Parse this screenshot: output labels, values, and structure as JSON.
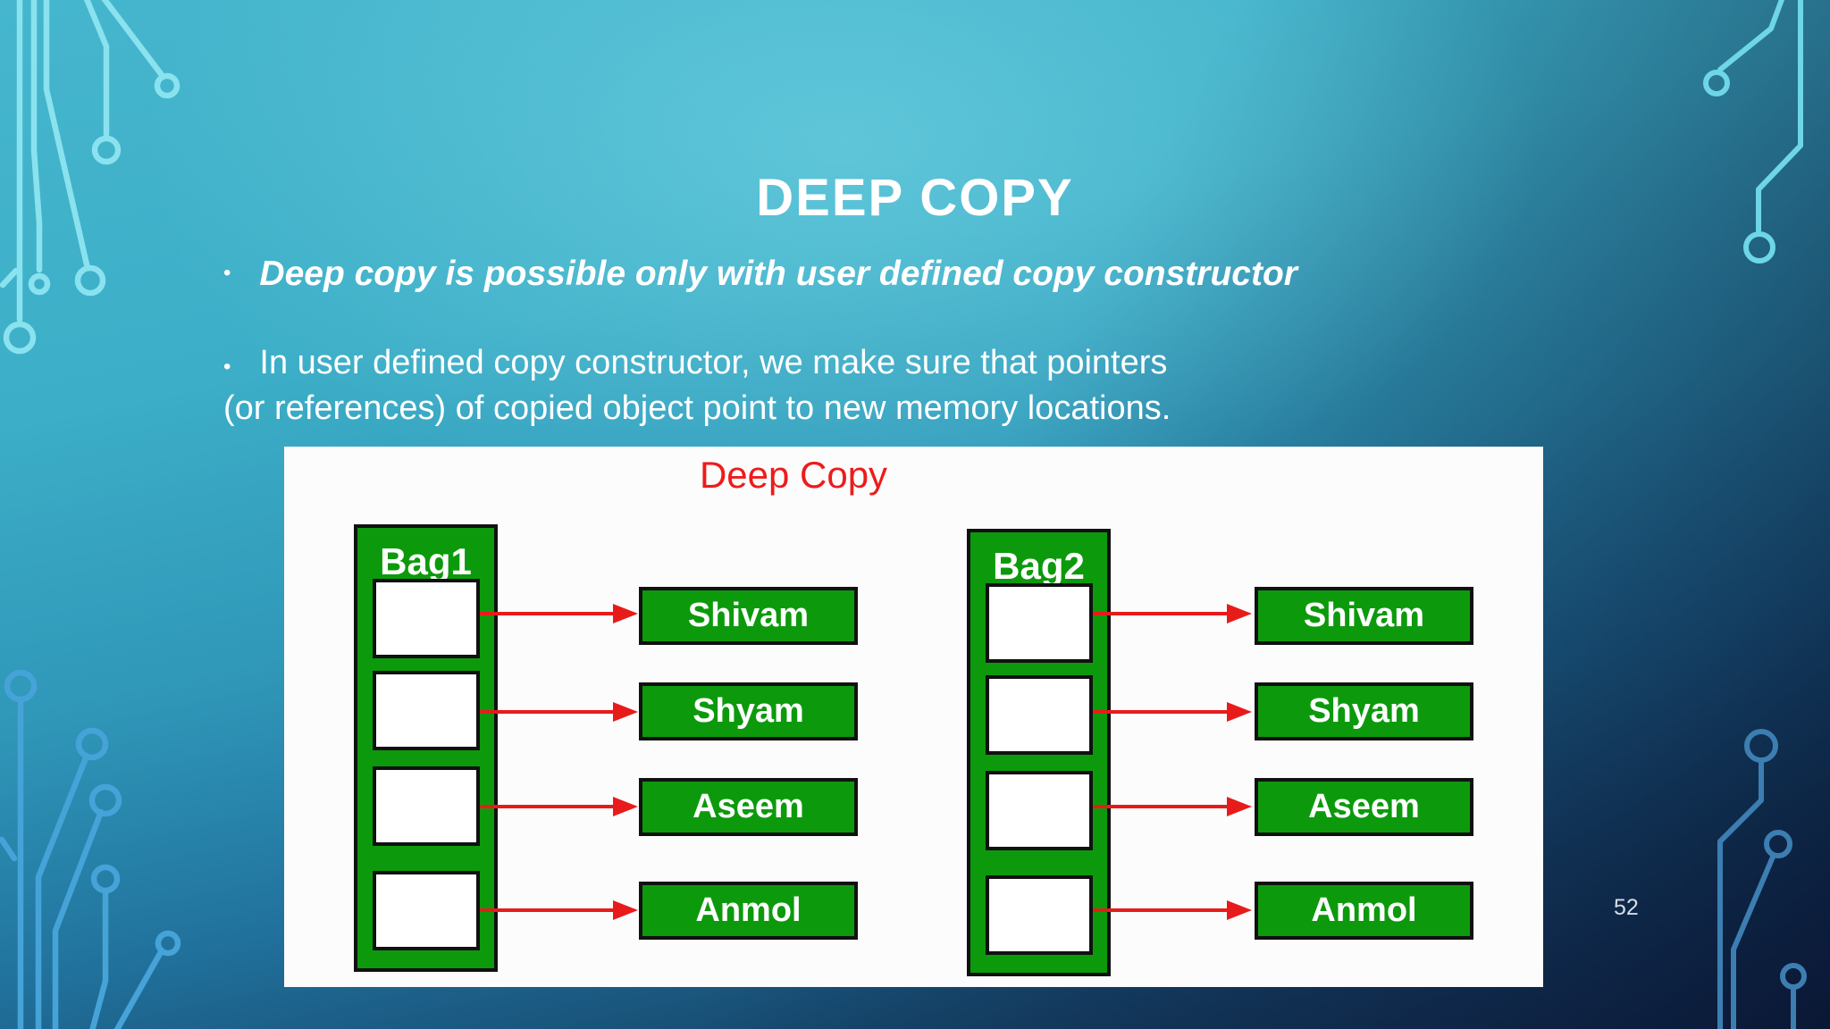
{
  "slide": {
    "title": "DEEP COPY",
    "bullet_marker": "•",
    "bullets": [
      {
        "text": "Deep copy is possible only with user defined copy constructor"
      },
      {
        "lines": [
          "In user defined copy constructor, we make sure that pointers",
          "(or references) of copied object point to new memory locations."
        ]
      }
    ],
    "page_number": "52"
  },
  "diagram": {
    "title": "Deep Copy",
    "bags": [
      {
        "label": "Bag1",
        "targets": [
          "Shivam",
          "Shyam",
          "Aseem",
          "Anmol"
        ]
      },
      {
        "label": "Bag2",
        "targets": [
          "Shivam",
          "Shyam",
          "Aseem",
          "Anmol"
        ]
      }
    ],
    "colors": {
      "box_green": "#0c9a0c",
      "arrow_red": "#e81b1b",
      "title_red": "#ee1b1b"
    }
  }
}
